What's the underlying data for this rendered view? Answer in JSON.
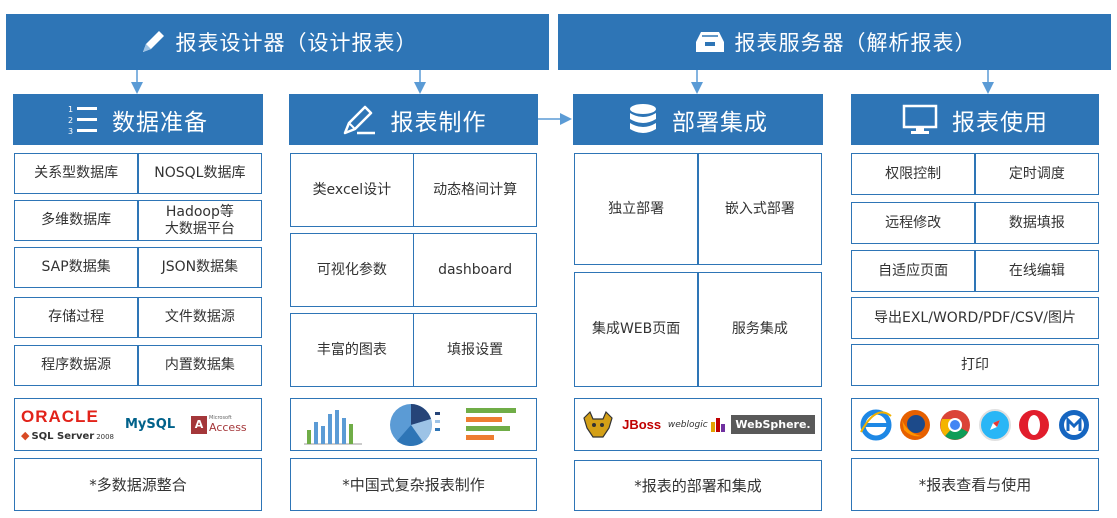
{
  "banners": {
    "left": "报表设计器（设计报表）",
    "right": "报表服务器（解析报表）"
  },
  "columns": [
    {
      "title": "数据准备",
      "icon": "numbered-list-icon",
      "cells": [
        "关系型数据库",
        "NOSQL数据库",
        "多维数据库",
        "Hadoop等\n大数据平台",
        "SAP数据集",
        "JSON数据集",
        "存储过程",
        "文件数据源",
        "程序数据源",
        "内置数据集"
      ],
      "logos": {
        "oracle": "ORACLE",
        "sqlserver": "SQL Server",
        "sqlserver_ver": "2008",
        "mysql": "MySQL",
        "access_prefix": "Microsoft",
        "access": "Access"
      },
      "caption": "*多数据源整合"
    },
    {
      "title": "报表制作",
      "icon": "pen-icon",
      "cells": [
        "类excel设计",
        "动态格间计算",
        "可视化参数",
        "dashboard",
        "丰富的图表",
        "填报设置"
      ],
      "caption": "*中国式复杂报表制作"
    },
    {
      "title": "部署集成",
      "icon": "database-icon",
      "cells": [
        "独立部署",
        "嵌入式部署",
        "集成WEB页面",
        "服务集成"
      ],
      "logos": {
        "jboss": "JBoss",
        "weblogic": "weblogic",
        "websphere": "WebSphere."
      },
      "caption": "*报表的部署和集成"
    },
    {
      "title": "报表使用",
      "icon": "monitor-icon",
      "cells": [
        "权限控制",
        "定时调度",
        "远程修改",
        "数据填报",
        "自适应页面",
        "在线编辑",
        "导出EXL/WORD/PDF/CSV/图片",
        "打印"
      ],
      "caption": "*报表查看与使用"
    }
  ],
  "colors": {
    "primary": "#2e75b6",
    "arrow": "#5b9bd5"
  }
}
